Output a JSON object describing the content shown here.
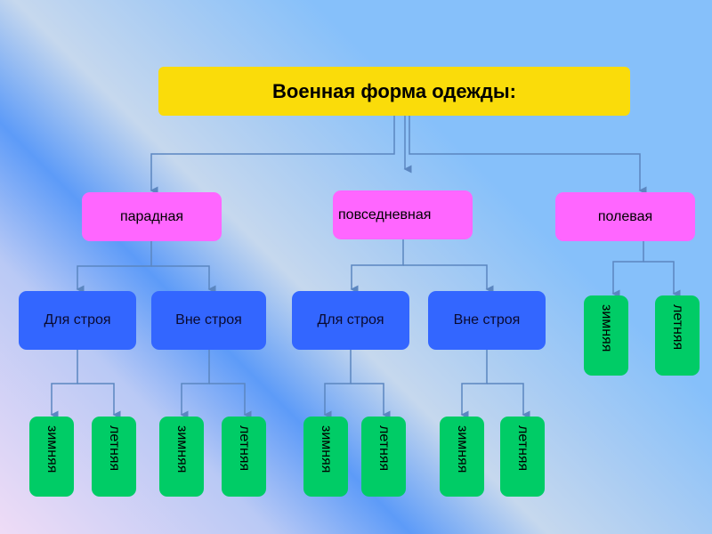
{
  "title": "Военная форма одежды:",
  "categories": [
    {
      "label": "парадная",
      "groups": [
        {
          "label": "Для строя",
          "items": [
            "зимняя",
            "летняя"
          ]
        },
        {
          "label": "Вне строя",
          "items": [
            "зимняя",
            "летняя"
          ]
        }
      ]
    },
    {
      "label": "повседневная",
      "groups": [
        {
          "label": "Для строя",
          "items": [
            "зимняя",
            "летняя"
          ]
        },
        {
          "label": "Вне строя",
          "items": [
            "зимняя",
            "летняя"
          ]
        }
      ]
    },
    {
      "label": "полевая",
      "items": [
        "зимняя",
        "летняя"
      ]
    }
  ]
}
